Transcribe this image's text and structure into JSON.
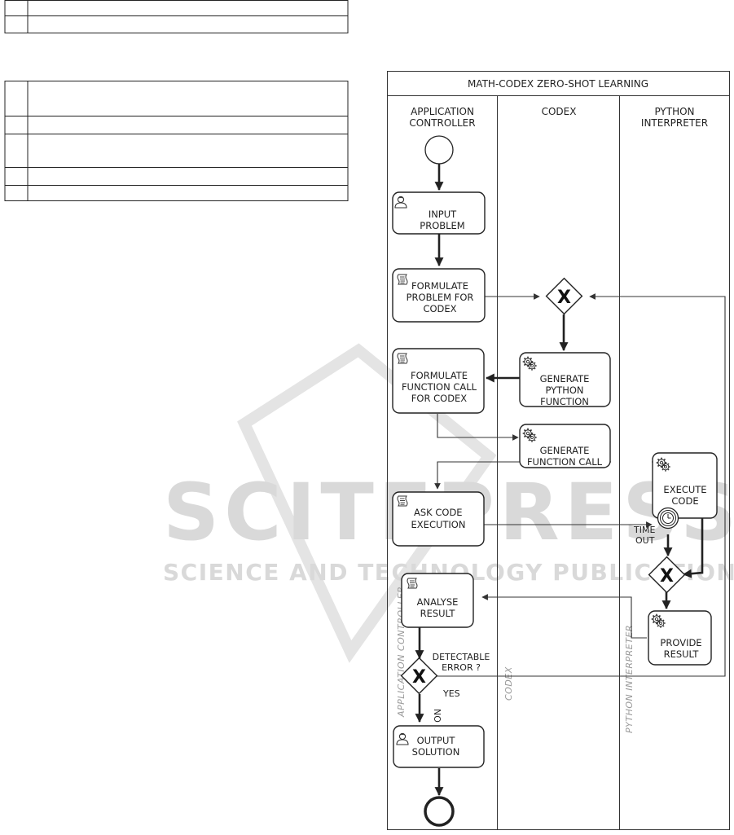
{
  "pool": {
    "title": "MATH-CODEX ZERO-SHOT LEARNING",
    "lanes": [
      {
        "header": [
          "APPLICATION",
          "CONTROLLER"
        ],
        "vertical_label": "APPLICATION CONTROLLER"
      },
      {
        "header": [
          "CODEX"
        ],
        "vertical_label": "CODEX"
      },
      {
        "header": [
          "PYTHON",
          "INTERPRETER"
        ],
        "vertical_label": "PYTHON INTERPRETER"
      }
    ]
  },
  "tasks": {
    "input_problem": [
      "INPUT",
      "PROBLEM"
    ],
    "formulate_problem": [
      "FORMULATE",
      "PROBLEM FOR",
      "CODEX"
    ],
    "formulate_function_call": [
      "FORMULATE",
      "FUNCTION CALL",
      "FOR CODEX"
    ],
    "generate_python_function": [
      "GENERATE",
      "PYTHON",
      "FUNCTION"
    ],
    "generate_function_call": [
      "GENERATE",
      "FUNCTION CALL"
    ],
    "ask_code_execution": [
      "ASK CODE",
      "EXECUTION"
    ],
    "execute_code": [
      "EXECUTE",
      "CODE"
    ],
    "provide_result": [
      "PROVIDE",
      "RESULT"
    ],
    "analyse_result": [
      "ANALYSE",
      "RESULT"
    ],
    "output_solution": [
      "OUTPUT",
      "SOLUTION"
    ]
  },
  "labels": {
    "timeout": [
      "TIME",
      "OUT"
    ],
    "detectable_error": [
      "DETECTABLE",
      "ERROR ?"
    ],
    "yes": "YES",
    "no": "NO"
  },
  "gateway_marker": "X",
  "watermark": {
    "line1": "SCITEPRESS",
    "line2": "SCIENCE AND TECHNOLOGY PUBLICATIONS"
  }
}
